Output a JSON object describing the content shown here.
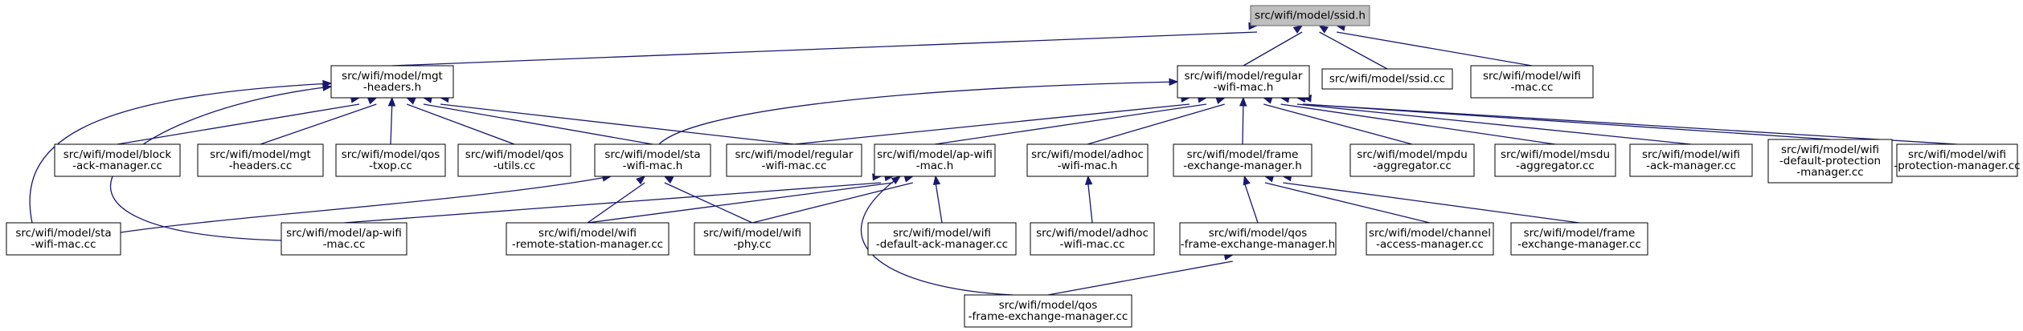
{
  "graph": {
    "root": "n_ssid_h",
    "nodes": [
      {
        "id": "n_ssid_h",
        "lines": [
          "src/wifi/model/ssid.h"
        ],
        "root": true
      },
      {
        "id": "n_mgt_headers_h",
        "lines": [
          "src/wifi/model/mgt",
          "-headers.h"
        ]
      },
      {
        "id": "n_regular_wifi_mac_h",
        "lines": [
          "src/wifi/model/regular",
          "-wifi-mac.h"
        ]
      },
      {
        "id": "n_ssid_cc",
        "lines": [
          "src/wifi/model/ssid.cc"
        ]
      },
      {
        "id": "n_wifi_mac_cc",
        "lines": [
          "src/wifi/model/wifi",
          "-mac.cc"
        ]
      },
      {
        "id": "n_block_ack_manager_cc",
        "lines": [
          "src/wifi/model/block",
          "-ack-manager.cc"
        ]
      },
      {
        "id": "n_mgt_headers_cc",
        "lines": [
          "src/wifi/model/mgt",
          "-headers.cc"
        ]
      },
      {
        "id": "n_qos_txop_cc",
        "lines": [
          "src/wifi/model/qos",
          "-txop.cc"
        ]
      },
      {
        "id": "n_qos_utils_cc",
        "lines": [
          "src/wifi/model/qos",
          "-utils.cc"
        ]
      },
      {
        "id": "n_sta_wifi_mac_h",
        "lines": [
          "src/wifi/model/sta",
          "-wifi-mac.h"
        ]
      },
      {
        "id": "n_regular_wifi_mac_cc",
        "lines": [
          "src/wifi/model/regular",
          "-wifi-mac.cc"
        ]
      },
      {
        "id": "n_ap_wifi_mac_h",
        "lines": [
          "src/wifi/model/ap-wifi",
          "-mac.h"
        ]
      },
      {
        "id": "n_adhoc_wifi_mac_h",
        "lines": [
          "src/wifi/model/adhoc",
          "-wifi-mac.h"
        ]
      },
      {
        "id": "n_frame_exchange_manager_h",
        "lines": [
          "src/wifi/model/frame",
          "-exchange-manager.h"
        ]
      },
      {
        "id": "n_mpdu_aggregator_cc",
        "lines": [
          "src/wifi/model/mpdu",
          "-aggregator.cc"
        ]
      },
      {
        "id": "n_msdu_aggregator_cc",
        "lines": [
          "src/wifi/model/msdu",
          "-aggregator.cc"
        ]
      },
      {
        "id": "n_wifi_ack_manager_cc",
        "lines": [
          "src/wifi/model/wifi",
          "-ack-manager.cc"
        ]
      },
      {
        "id": "n_wifi_default_protection_manager_cc",
        "lines": [
          "src/wifi/model/wifi",
          "-default-protection",
          "-manager.cc"
        ]
      },
      {
        "id": "n_wifi_protection_manager_cc",
        "lines": [
          "src/wifi/model/wifi",
          "-protection-manager.cc"
        ]
      },
      {
        "id": "n_sta_wifi_mac_cc",
        "lines": [
          "src/wifi/model/sta",
          "-wifi-mac.cc"
        ]
      },
      {
        "id": "n_ap_wifi_mac_cc",
        "lines": [
          "src/wifi/model/ap-wifi",
          "-mac.cc"
        ]
      },
      {
        "id": "n_wifi_remote_station_manager_cc",
        "lines": [
          "src/wifi/model/wifi",
          "-remote-station-manager.cc"
        ]
      },
      {
        "id": "n_wifi_phy_cc",
        "lines": [
          "src/wifi/model/wifi",
          "-phy.cc"
        ]
      },
      {
        "id": "n_wifi_default_ack_manager_cc",
        "lines": [
          "src/wifi/model/wifi",
          "-default-ack-manager.cc"
        ]
      },
      {
        "id": "n_adhoc_wifi_mac_cc",
        "lines": [
          "src/wifi/model/adhoc",
          "-wifi-mac.cc"
        ]
      },
      {
        "id": "n_qos_frame_exchange_manager_h",
        "lines": [
          "src/wifi/model/qos",
          "-frame-exchange-manager.h"
        ]
      },
      {
        "id": "n_channel_access_manager_cc",
        "lines": [
          "src/wifi/model/channel",
          "-access-manager.cc"
        ]
      },
      {
        "id": "n_frame_exchange_manager_cc",
        "lines": [
          "src/wifi/model/frame",
          "-exchange-manager.cc"
        ]
      },
      {
        "id": "n_qos_frame_exchange_manager_cc",
        "lines": [
          "src/wifi/model/qos",
          "-frame-exchange-manager.cc"
        ]
      }
    ],
    "edges": [
      {
        "from": "n_ssid_h",
        "to": "n_mgt_headers_h"
      },
      {
        "from": "n_ssid_h",
        "to": "n_regular_wifi_mac_h"
      },
      {
        "from": "n_ssid_h",
        "to": "n_ssid_cc"
      },
      {
        "from": "n_ssid_h",
        "to": "n_wifi_mac_cc"
      },
      {
        "from": "n_mgt_headers_h",
        "to": "n_block_ack_manager_cc"
      },
      {
        "from": "n_mgt_headers_h",
        "to": "n_mgt_headers_cc"
      },
      {
        "from": "n_mgt_headers_h",
        "to": "n_qos_txop_cc"
      },
      {
        "from": "n_mgt_headers_h",
        "to": "n_qos_utils_cc"
      },
      {
        "from": "n_mgt_headers_h",
        "to": "n_sta_wifi_mac_h"
      },
      {
        "from": "n_mgt_headers_h",
        "to": "n_regular_wifi_mac_cc"
      },
      {
        "from": "n_mgt_headers_h",
        "to": "n_sta_wifi_mac_cc"
      },
      {
        "from": "n_mgt_headers_h",
        "to": "n_ap_wifi_mac_cc"
      },
      {
        "from": "n_regular_wifi_mac_h",
        "to": "n_sta_wifi_mac_h"
      },
      {
        "from": "n_regular_wifi_mac_h",
        "to": "n_regular_wifi_mac_cc"
      },
      {
        "from": "n_regular_wifi_mac_h",
        "to": "n_ap_wifi_mac_h"
      },
      {
        "from": "n_regular_wifi_mac_h",
        "to": "n_adhoc_wifi_mac_h"
      },
      {
        "from": "n_regular_wifi_mac_h",
        "to": "n_frame_exchange_manager_h"
      },
      {
        "from": "n_regular_wifi_mac_h",
        "to": "n_mpdu_aggregator_cc"
      },
      {
        "from": "n_regular_wifi_mac_h",
        "to": "n_msdu_aggregator_cc"
      },
      {
        "from": "n_regular_wifi_mac_h",
        "to": "n_wifi_ack_manager_cc"
      },
      {
        "from": "n_regular_wifi_mac_h",
        "to": "n_wifi_default_protection_manager_cc"
      },
      {
        "from": "n_regular_wifi_mac_h",
        "to": "n_wifi_protection_manager_cc"
      },
      {
        "from": "n_sta_wifi_mac_h",
        "to": "n_sta_wifi_mac_cc"
      },
      {
        "from": "n_sta_wifi_mac_h",
        "to": "n_wifi_remote_station_manager_cc"
      },
      {
        "from": "n_sta_wifi_mac_h",
        "to": "n_wifi_phy_cc"
      },
      {
        "from": "n_ap_wifi_mac_h",
        "to": "n_ap_wifi_mac_cc"
      },
      {
        "from": "n_ap_wifi_mac_h",
        "to": "n_wifi_remote_station_manager_cc"
      },
      {
        "from": "n_ap_wifi_mac_h",
        "to": "n_wifi_phy_cc"
      },
      {
        "from": "n_ap_wifi_mac_h",
        "to": "n_wifi_default_ack_manager_cc"
      },
      {
        "from": "n_ap_wifi_mac_h",
        "to": "n_qos_frame_exchange_manager_cc"
      },
      {
        "from": "n_adhoc_wifi_mac_h",
        "to": "n_adhoc_wifi_mac_cc"
      },
      {
        "from": "n_frame_exchange_manager_h",
        "to": "n_qos_frame_exchange_manager_h"
      },
      {
        "from": "n_frame_exchange_manager_h",
        "to": "n_channel_access_manager_cc"
      },
      {
        "from": "n_frame_exchange_manager_h",
        "to": "n_frame_exchange_manager_cc"
      },
      {
        "from": "n_qos_frame_exchange_manager_h",
        "to": "n_qos_frame_exchange_manager_cc"
      }
    ]
  },
  "colors": {
    "edge": "#191970",
    "node_border": "#000000",
    "root_fill": "#bfbfbf",
    "root_border": "#666666",
    "node_fill": "#ffffff"
  }
}
